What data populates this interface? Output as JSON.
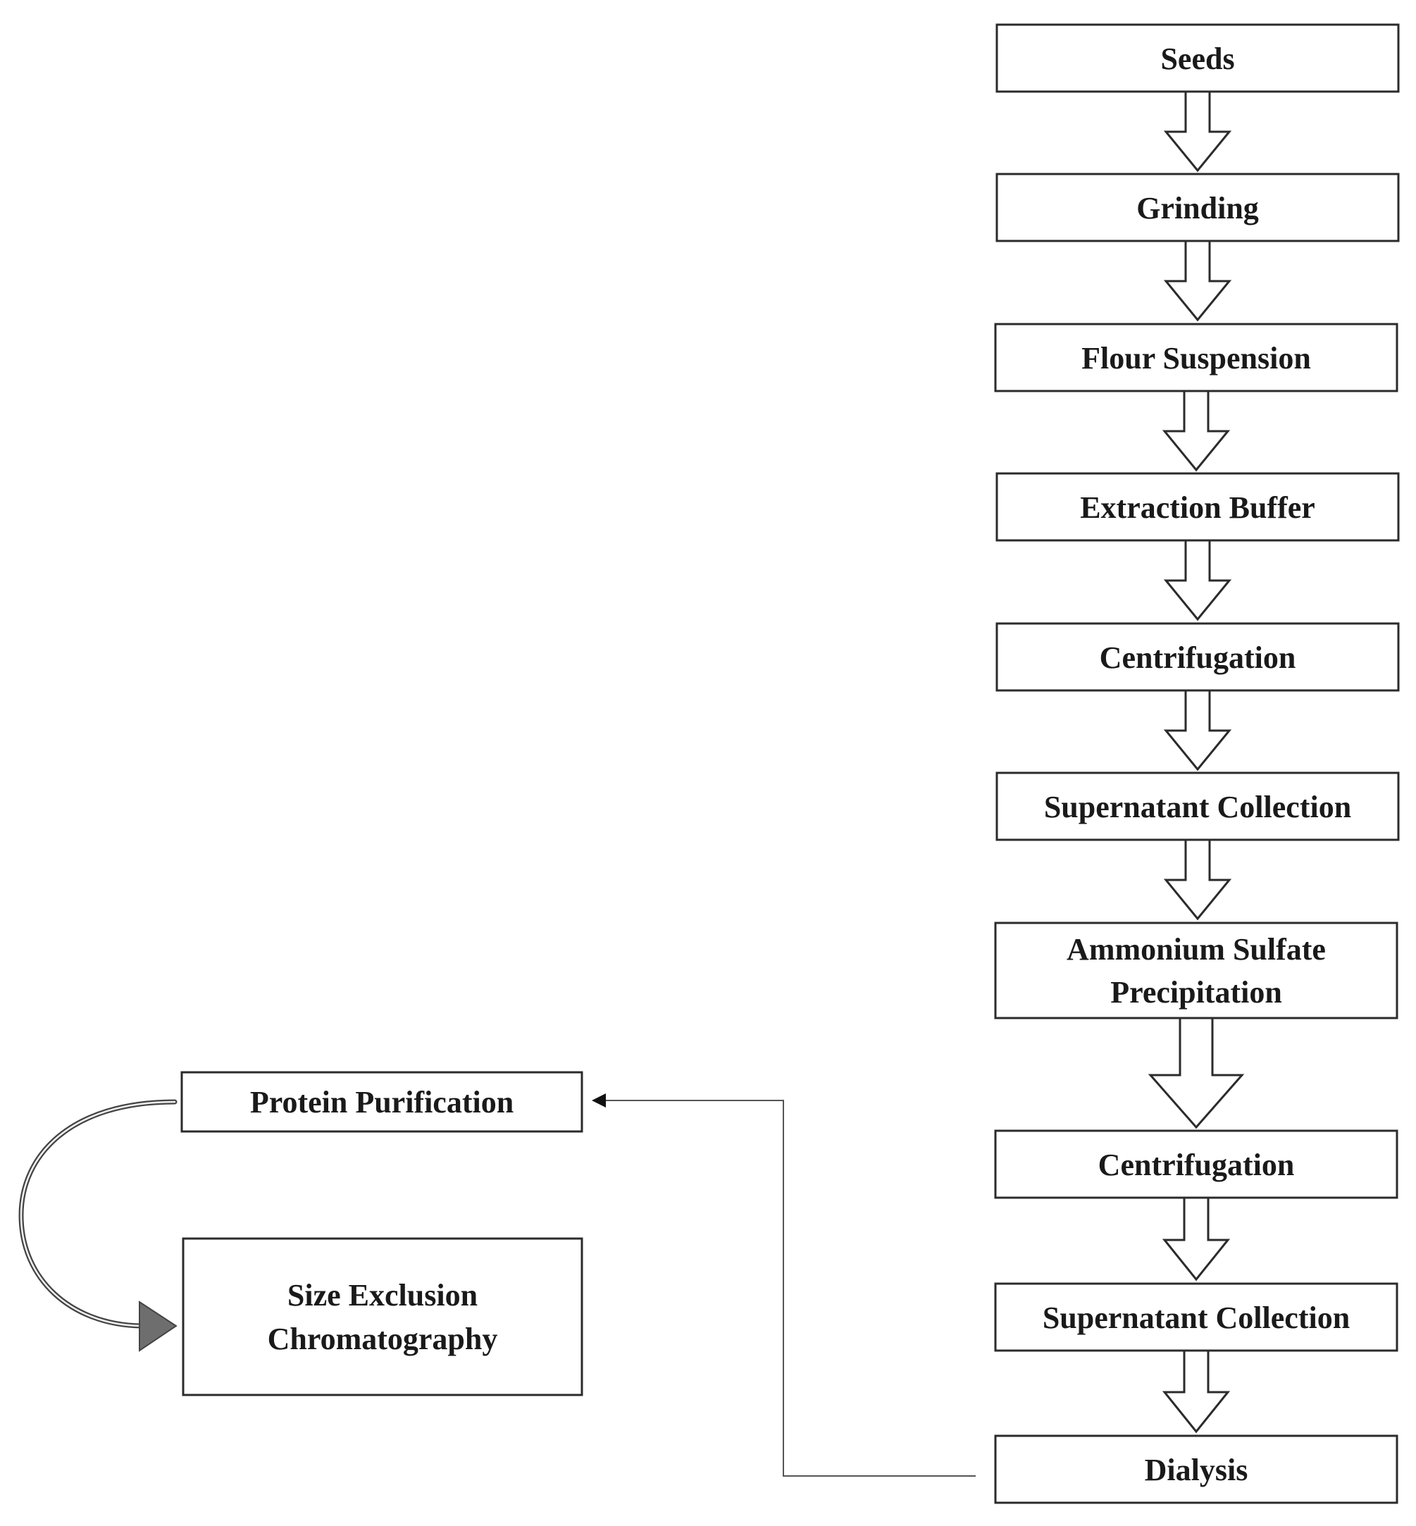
{
  "steps": [
    {
      "lines": [
        "Seeds"
      ]
    },
    {
      "lines": [
        "Grinding"
      ]
    },
    {
      "lines": [
        "Flour Suspension"
      ]
    },
    {
      "lines": [
        "Extraction Buffer"
      ]
    },
    {
      "lines": [
        "Centrifugation"
      ]
    },
    {
      "lines": [
        "Supernatant Collection"
      ]
    },
    {
      "lines": [
        "Ammonium Sulfate",
        "Precipitation"
      ]
    },
    {
      "lines": [
        "Centrifugation"
      ]
    },
    {
      "lines": [
        "Supernatant Collection"
      ]
    },
    {
      "lines": [
        "Dialysis"
      ]
    }
  ],
  "side_boxes": {
    "protein_purification": {
      "lines": [
        "Protein Purification"
      ]
    },
    "size_exclusion": {
      "lines": [
        "Size Exclusion",
        "Chromatography"
      ]
    }
  },
  "colors": {
    "stroke": "#2b2b2b",
    "text": "#1a1a1a",
    "curved_arrow_fill": "#6e6e6e",
    "connector": "#555555"
  }
}
